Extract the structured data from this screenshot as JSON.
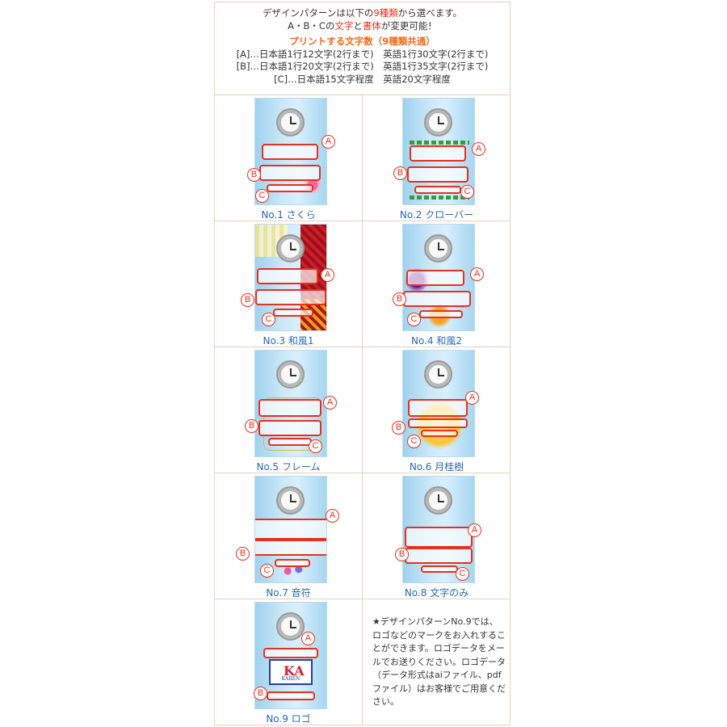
{
  "header": {
    "line1": "デザインパターンは以下の9種類から選べます。",
    "line1_pre": "デザインパターンは以下の",
    "line1_em": "9種類",
    "line1_post": "から選べます。",
    "line2_pre": "A・B・Cの",
    "line2_em1": "文字",
    "line2_mid": "と",
    "line2_em2": "書体",
    "line2_post": "が変更可能！",
    "subhead": "プリントする文字数（9種類共通）",
    "rows": [
      "[A]…日本語1行12文字(2行まで)　英語1行30文字(2行まで)",
      "[B]…日本語1行20文字(2行まで)　英語1行35文字(2行まで)",
      "[C]…日本語15文字程度　英語20文字程度"
    ]
  },
  "marker_labels": {
    "a": "A",
    "b": "B",
    "c": "C"
  },
  "designs": [
    {
      "caption": "No.1 さくら"
    },
    {
      "caption": "No.2 クローバー"
    },
    {
      "caption": "No.3 和風1"
    },
    {
      "caption": "No.4 和風2"
    },
    {
      "caption": "No.5 フレーム"
    },
    {
      "caption": "No.6 月桂樹"
    },
    {
      "caption": "No.7 音符"
    },
    {
      "caption": "No.8 文字のみ"
    },
    {
      "caption": "No.9 ロゴ"
    }
  ],
  "logo": {
    "mark": "KA",
    "text": "KAREN"
  },
  "note": "★デザインパターンNo.9では、ロゴなどのマークをお入れすることができます。ロゴデータをメールでお送りください。ロゴデータ（データ形式はaiファイル、pdfファイル）はお客様でご用意ください。",
  "colors": {
    "accent_red": "#e8301c",
    "subhead_orange": "#ee6a1a",
    "caption_blue": "#2a6ab0",
    "border": "#e4d2bc"
  }
}
